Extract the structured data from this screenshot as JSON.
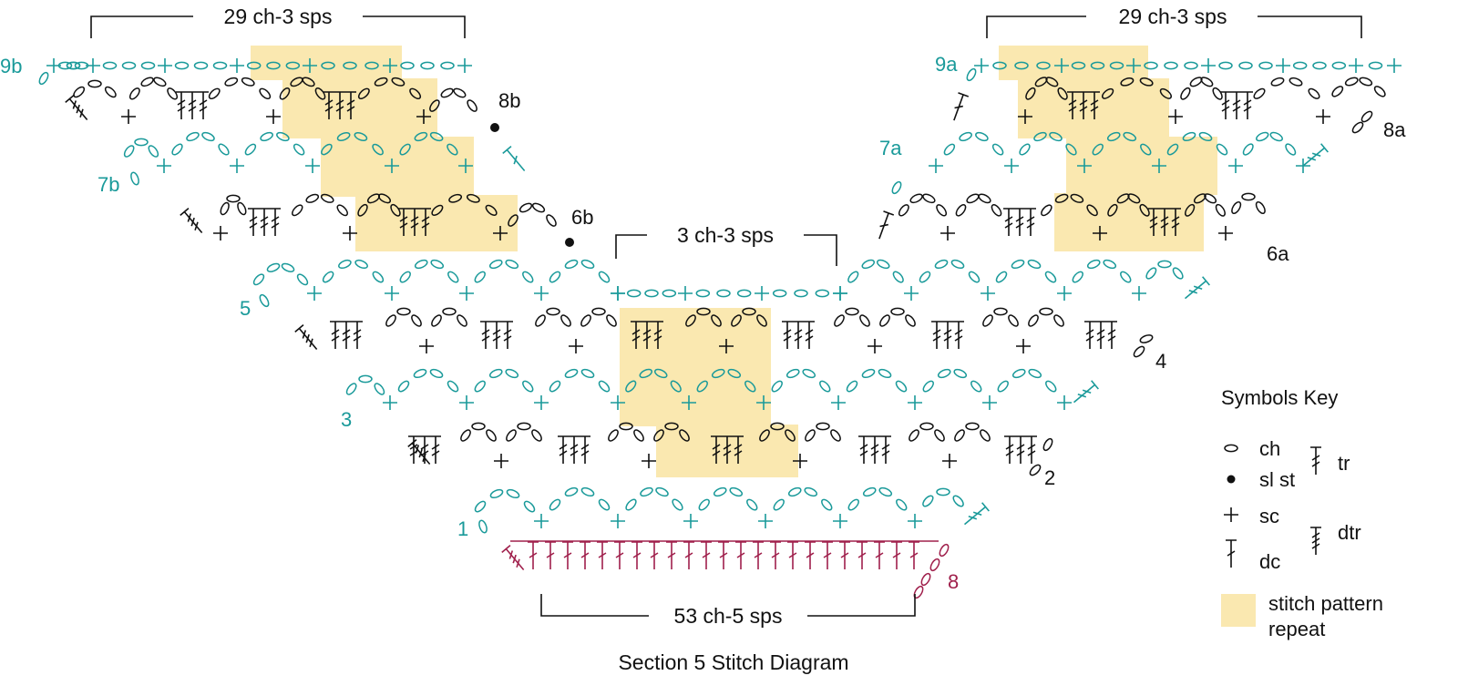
{
  "caption": "Section 5 Stitch Diagram",
  "colors": {
    "teal": "#1a9a9a",
    "black": "#111111",
    "crimson": "#a0204c",
    "highlight": "#fae8b0"
  },
  "brackets": {
    "top_left": "29 ch-3 sps",
    "top_right": "29 ch-3 sps",
    "middle": "3 ch-3 sps",
    "bottom": "53 ch-5 sps"
  },
  "row_labels": {
    "r9b": "9b",
    "r9a": "9a",
    "r8b": "8b",
    "r8a": "8a",
    "r7b": "7b",
    "r7a": "7a",
    "r6b": "6b",
    "r6a": "6a",
    "r5": "5",
    "r4": "4",
    "r3": "3",
    "r2": "2",
    "r1": "1",
    "r8": "8"
  },
  "key": {
    "title": "Symbols Key",
    "items": {
      "ch": "ch",
      "slst": "sl st",
      "sc": "sc",
      "dc": "dc",
      "tr": "tr",
      "dtr": "dtr",
      "repeat_line1": "stitch pattern",
      "repeat_line2": "repeat"
    }
  }
}
